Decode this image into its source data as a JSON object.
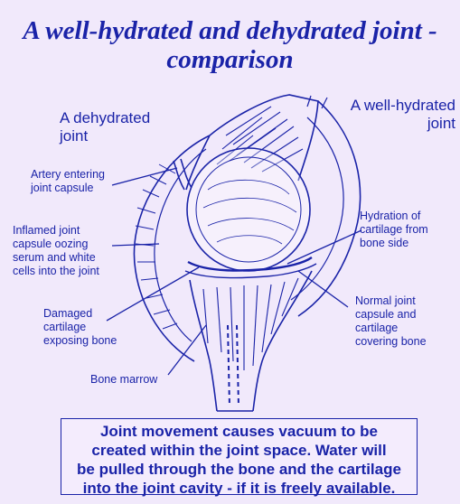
{
  "title": {
    "line1": "A well-hydrated and dehydrated joint -",
    "line2": "comparison"
  },
  "labels": {
    "dehydrated_joint": [
      "A dehydrated",
      "joint"
    ],
    "well_hydrated_joint": [
      "A well-hydrated",
      "joint"
    ],
    "artery": [
      "Artery entering",
      "joint capsule"
    ],
    "inflamed_capsule": [
      "Inflamed joint",
      "capsule oozing",
      "serum and white",
      "cells into the joint"
    ],
    "damaged_cartilage": [
      "Damaged",
      "cartilage",
      "exposing bone"
    ],
    "bone_marrow": "Bone marrow",
    "hydration_cartilage": [
      "Hydration of",
      "cartilage from",
      "bone side"
    ],
    "normal_capsule": [
      "Normal joint",
      "capsule and",
      "cartilage",
      "covering bone"
    ]
  },
  "caption": [
    "Joint movement causes vacuum to be",
    "created within the joint space. Water will",
    "be pulled through the bone and the cartilage",
    "into the joint cavity - if it is freely available."
  ],
  "colors": {
    "ink": "#1a23a8",
    "background": "#f1e9fb"
  }
}
